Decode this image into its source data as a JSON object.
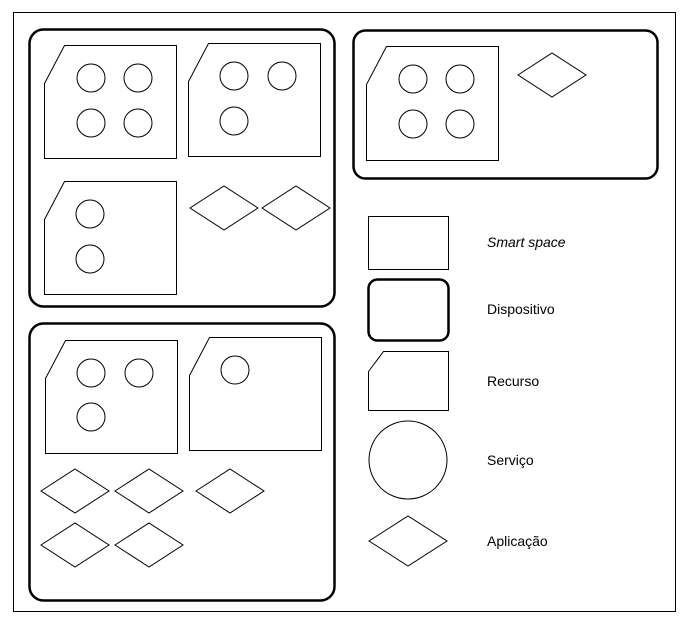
{
  "colors": {
    "stroke": "#000000",
    "background": "#ffffff"
  },
  "legend": {
    "smart_space": "Smart space",
    "dispositivo": "Dispositivo",
    "recurso": "Recurso",
    "servico": "Serviço",
    "aplicacao": "Aplicação"
  }
}
